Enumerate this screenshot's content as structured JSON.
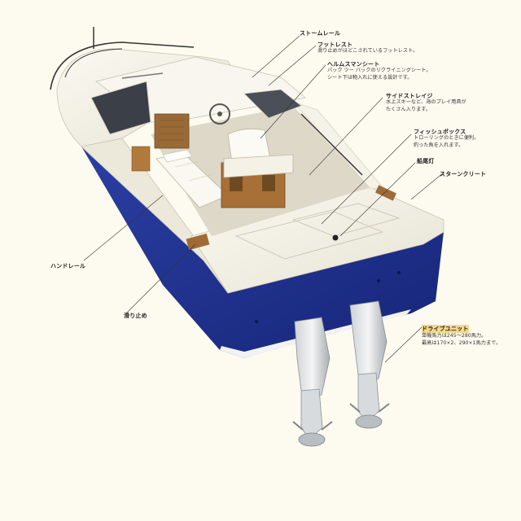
{
  "labels": {
    "storm_rail": "ストームレール",
    "foot_rest": "フットレスト",
    "foot_rest_desc": "滑り止めがほどこされているフットレスト。",
    "helmsman_seat": "ヘルムスマンシート",
    "helmsman_desc_1": "バック ツー バックのリクライニングシート。",
    "helmsman_desc_2": "シート下は物入れに使える設計です。",
    "side_storage": "サイドストレイジ",
    "side_storage_desc_1": "水上スキーなど、海のプレイ用具が",
    "side_storage_desc_2": "たくさん入ります。",
    "fish_box": "フィッシュボックス",
    "fish_box_desc_1": "トローリングのときに便利。",
    "fish_box_desc_2": "釣った魚を入れます。",
    "stern_light": "船尾灯",
    "stern_cleat": "スターンクリート",
    "handrail": "ハンドレール",
    "non_slip": "滑り止め",
    "drive_unit": "ドライブユニット",
    "drive_desc_1": "単機馬力は245〜280馬力。",
    "drive_desc_2": "最高は170×2、290×1馬力まで。"
  },
  "colors": {
    "hull_blue": "#1c2f8c",
    "deck_white": "#f2efe4",
    "wood": "#b07a3c",
    "background": "#fdfbf0"
  }
}
